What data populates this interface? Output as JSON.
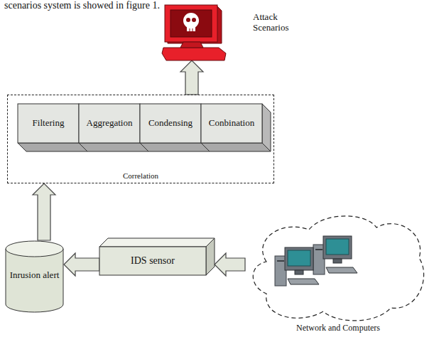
{
  "diagram": {
    "nodes": [
      {
        "text": [
          "Attack Scenarios"
        ]
      },
      {
        "text": [
          "Correlation"
        ]
      },
      {
        "text": [
          "Filtering"
        ],
        "in": 1
      },
      {
        "text": [
          "Aggregation"
        ],
        "in": 1
      },
      {
        "text": [
          "Condensing"
        ],
        "in": 1
      },
      {
        "text": [
          "Conbination"
        ],
        "in": 1
      },
      {
        "text": [
          "Inrusion alert"
        ]
      },
      {
        "text": [
          "IDS sensor"
        ]
      },
      {
        "text": [
          "Network and Computers"
        ]
      }
    ],
    "edges": [
      {
        "from": 8,
        "to": 7,
        "arrow": "to"
      },
      {
        "from": 7,
        "to": 6,
        "arrow": "to"
      },
      {
        "from": 6,
        "to": 1,
        "arrow": "to"
      },
      {
        "from": 1,
        "to": 0,
        "arrow": "to"
      }
    ],
    "labels": [
      "scenarios system is showed in figure 1."
    ]
  }
}
